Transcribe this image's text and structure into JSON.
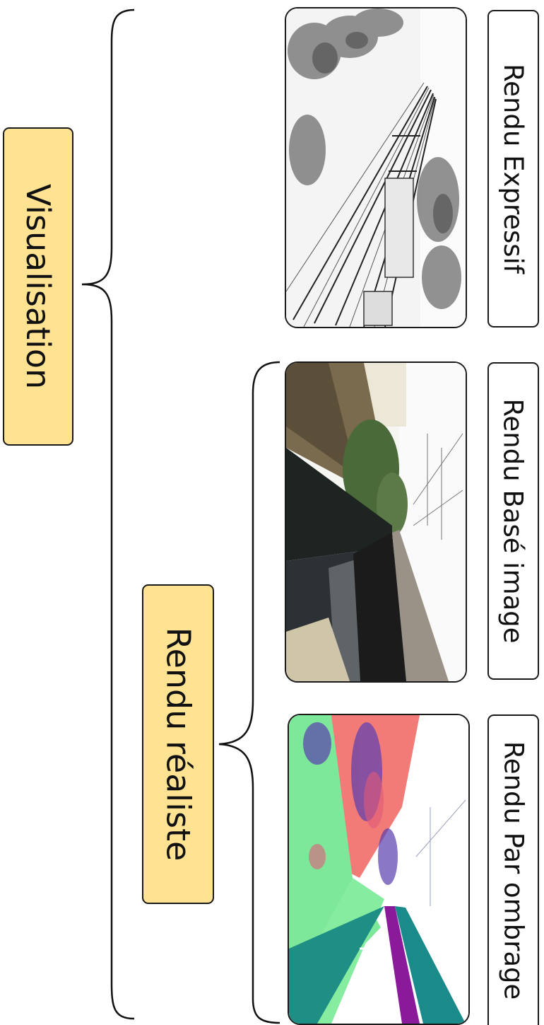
{
  "root": {
    "label": "Visualisation"
  },
  "branch": {
    "label": "Rendu réaliste"
  },
  "renderings": [
    {
      "label": "Rendu Expressif",
      "image_desc": "grayscale line-art rendering of railway scene"
    },
    {
      "label": "Rendu Basé image",
      "image_desc": "photographic rendering of railway station"
    },
    {
      "label": "Rendu Par ombrage",
      "image_desc": "normal-shaded colored rendering of railway scene"
    }
  ],
  "colors": {
    "node_fill": "#ffe393",
    "border": "#1a1a1a",
    "shading_green": "#7de89a",
    "shading_red": "#f07878",
    "shading_purple": "#8a1a9a",
    "shading_teal": "#1a8a8a"
  }
}
